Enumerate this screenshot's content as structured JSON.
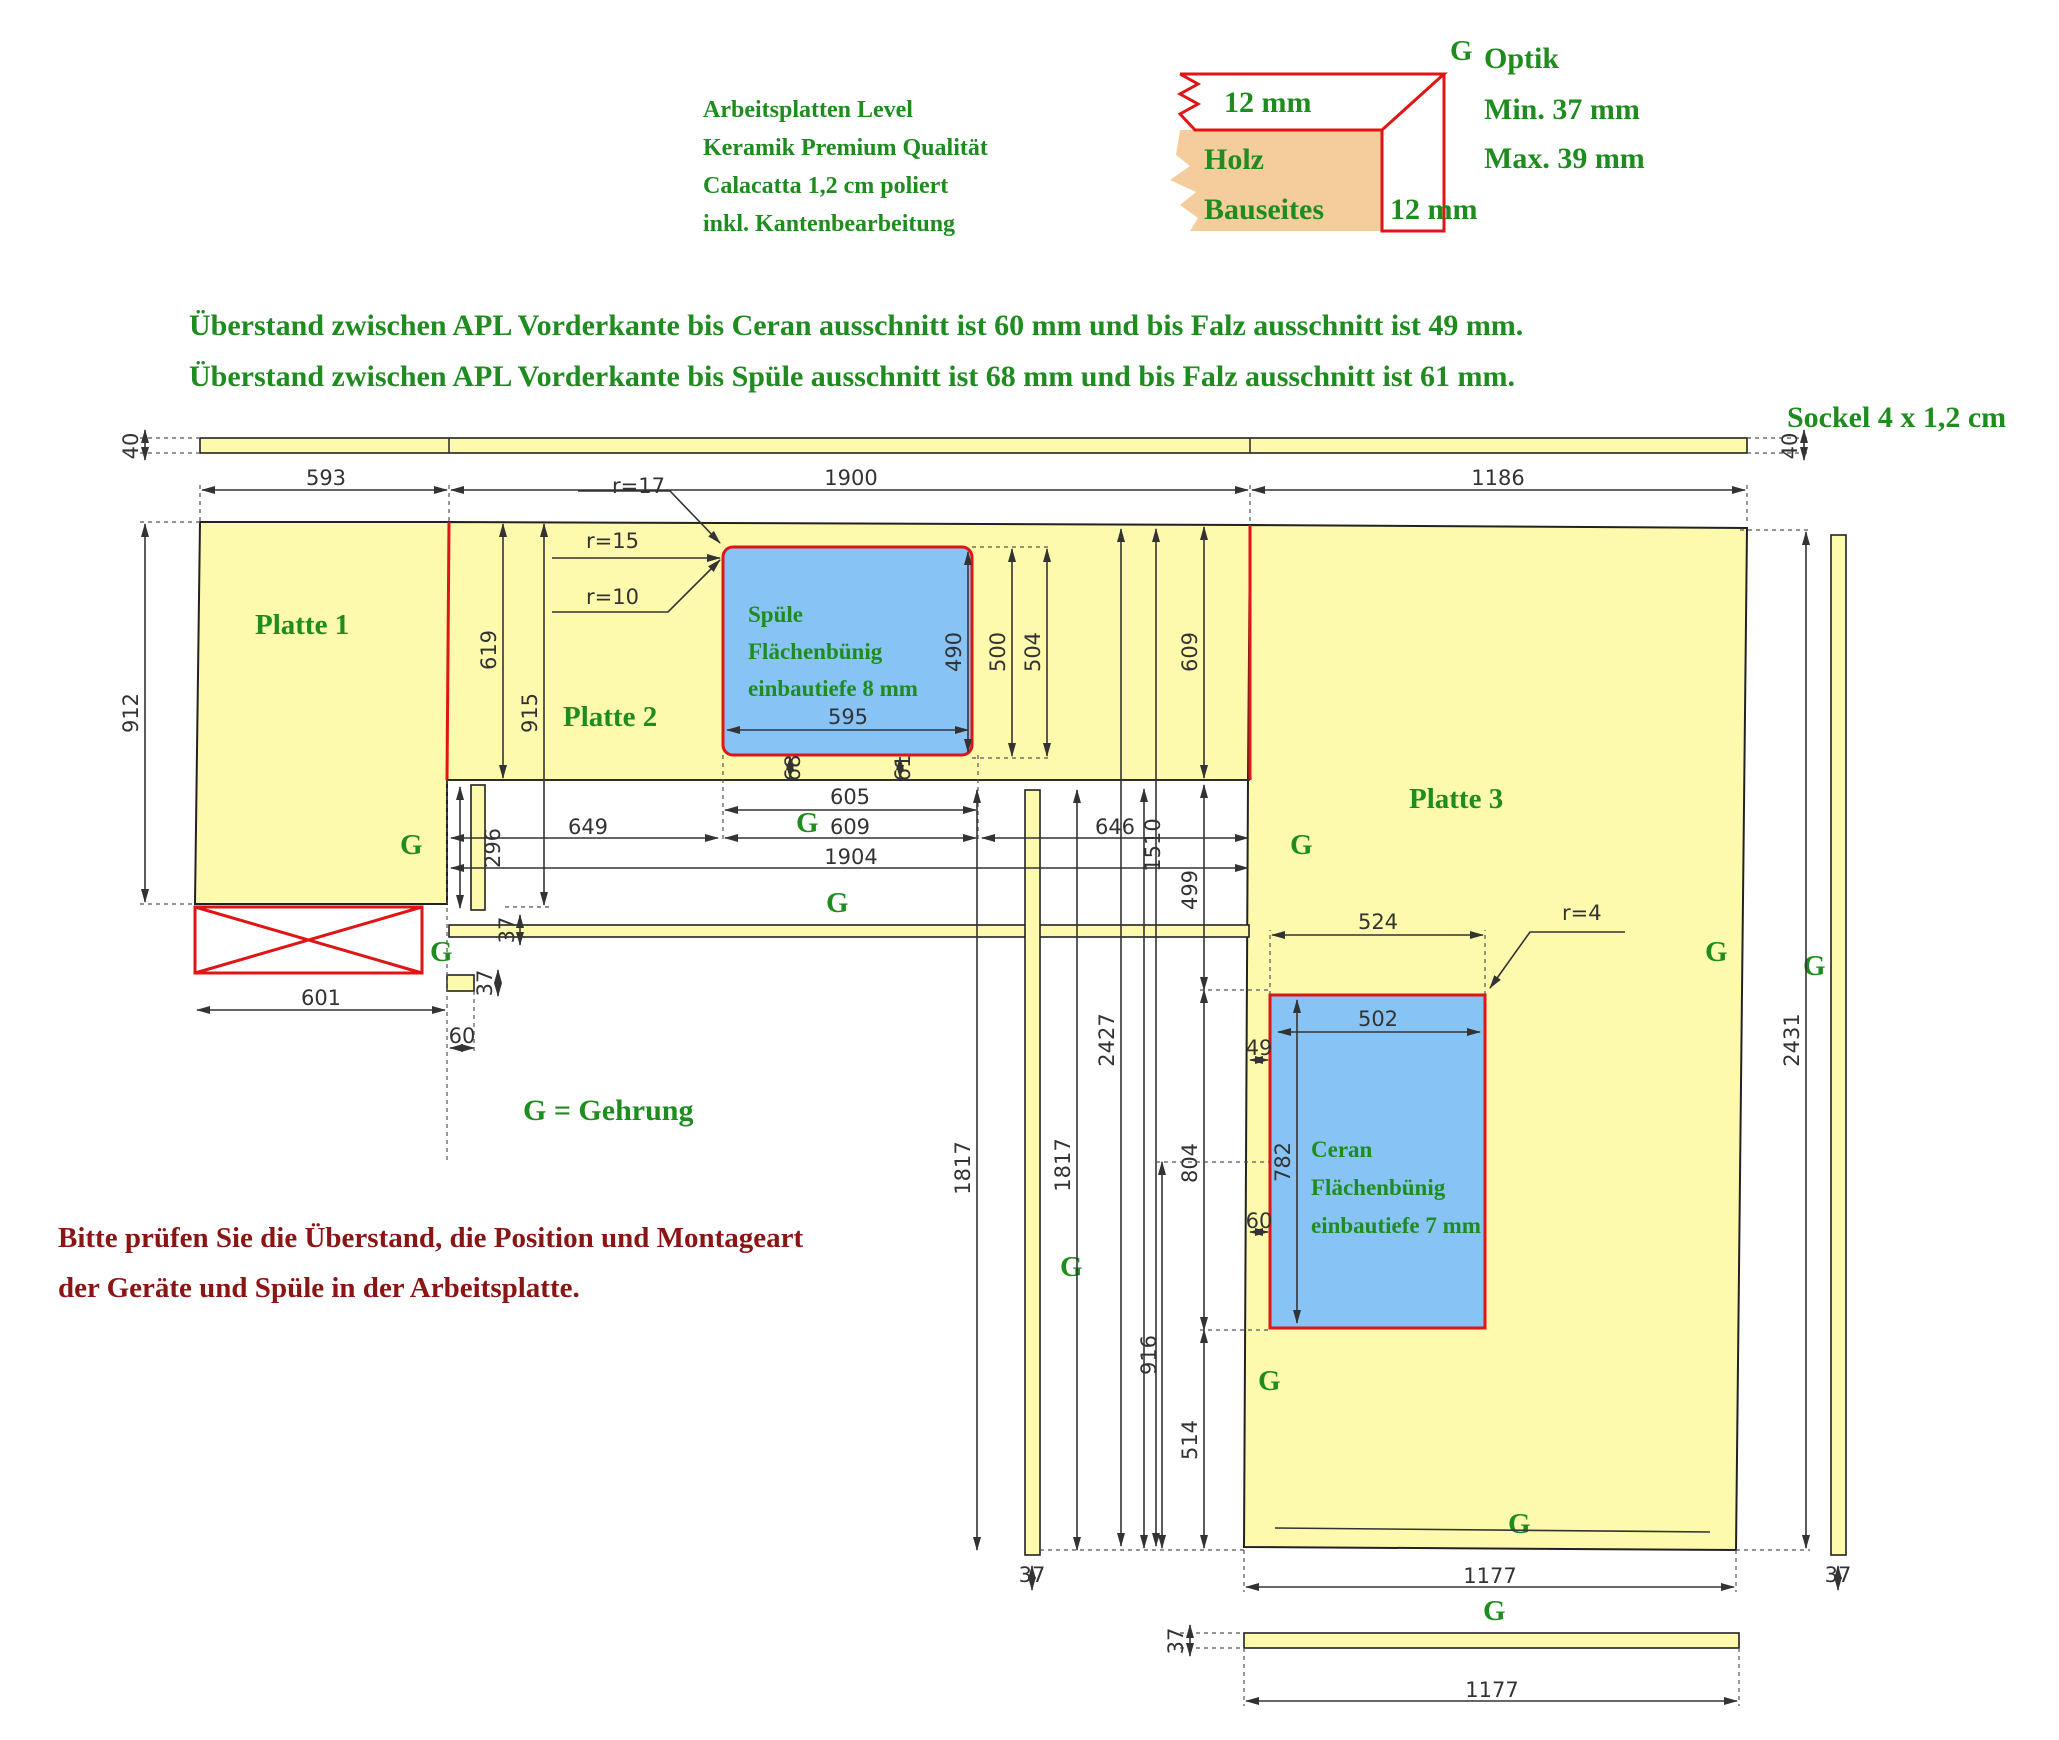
{
  "header": {
    "lines": [
      "Arbeitsplatten Level",
      "Keramik Premium Qualität",
      "Calacatta 1,2 cm poliert",
      "inkl. Kantenbearbeitung"
    ]
  },
  "edge_detail": {
    "g": "G",
    "optik": "Optik",
    "min": "Min. 37 mm",
    "max": "Max. 39 mm",
    "top_thickness": "12 mm",
    "holz": "Holz",
    "bauseites": "Bauseites",
    "side_thickness": "12 mm"
  },
  "notes": {
    "line1": "Überstand zwischen APL Vorderkante bis Ceran ausschnitt ist 60 mm und bis Falz ausschnitt ist 49 mm.",
    "line2": "Überstand zwischen APL Vorderkante bis Spüle ausschnitt ist 68 mm und bis Falz ausschnitt ist 61 mm.",
    "sockel": "Sockel 4 x 1,2 cm",
    "legend": "G = Gehrung",
    "check1": "Bitte prüfen Sie die Überstand, die Position und Montageart",
    "check2": "der Geräte und Spüle in der Arbeitsplatte."
  },
  "plates": {
    "p1": "Platte 1",
    "p2": "Platte 2",
    "p3": "Platte 3"
  },
  "sink": {
    "line1": "Spüle",
    "line2": "Flächenbünig",
    "line3": "einbautiefe 8 mm"
  },
  "hob": {
    "line1": "Ceran",
    "line2": "Flächenbünig",
    "line3": "einbautiefe 7 mm"
  },
  "gehrung_mark": "G",
  "dims": {
    "d40a": "40",
    "d40b": "40",
    "d593": "593",
    "d1900": "1900",
    "d1186": "1186",
    "r17": "r=17",
    "r15": "r=15",
    "r10": "r=10",
    "r4": "r=4",
    "d912": "912",
    "d619": "619",
    "d915": "915",
    "d609v": "609",
    "d490": "490",
    "d500": "500",
    "d504": "504",
    "d595": "595",
    "d68": "68",
    "d61": "61",
    "d605": "605",
    "d609h": "609",
    "d649": "649",
    "d646": "646",
    "d1904": "1904",
    "d296": "296",
    "d1510": "1510",
    "d499": "499",
    "d37a": "37",
    "d37b": "37",
    "d601": "601",
    "d60a": "60",
    "d524": "524",
    "d502": "502",
    "d49": "49",
    "d782": "782",
    "d60b": "60",
    "d2427": "2427",
    "d2431": "2431",
    "d1817a": "1817",
    "d1817b": "1817",
    "d804": "804",
    "d916": "916",
    "d514": "514",
    "d37c": "37",
    "d37d": "37",
    "d37e": "37",
    "d1177a": "1177",
    "d1177b": "1177"
  }
}
